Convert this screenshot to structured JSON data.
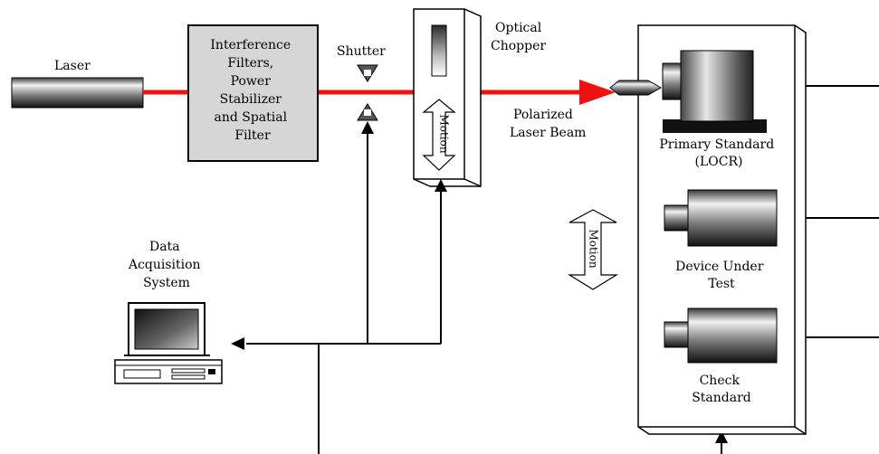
{
  "labels": {
    "laser": "Laser",
    "filter_box": [
      "Interference",
      "Filters,",
      "Power",
      "Stabilizer",
      "and Spatial",
      "Filter"
    ],
    "shutter": "Shutter",
    "optical_chopper": [
      "Optical",
      "Chopper"
    ],
    "polarized_beam": [
      "Polarized",
      "Laser Beam"
    ],
    "primary_standard": [
      "Primary Standard",
      "(LOCR)"
    ],
    "device_under_test": [
      "Device Under",
      "Test"
    ],
    "check_standard": [
      "Check",
      "Standard"
    ],
    "data_acquisition": [
      "Data",
      "Acquisition",
      "System"
    ],
    "motion": "Motion"
  },
  "colors": {
    "beam": "#ee1111",
    "filter_fill": "#d6d6d6",
    "stroke": "#000000",
    "background": "#ffffff"
  }
}
